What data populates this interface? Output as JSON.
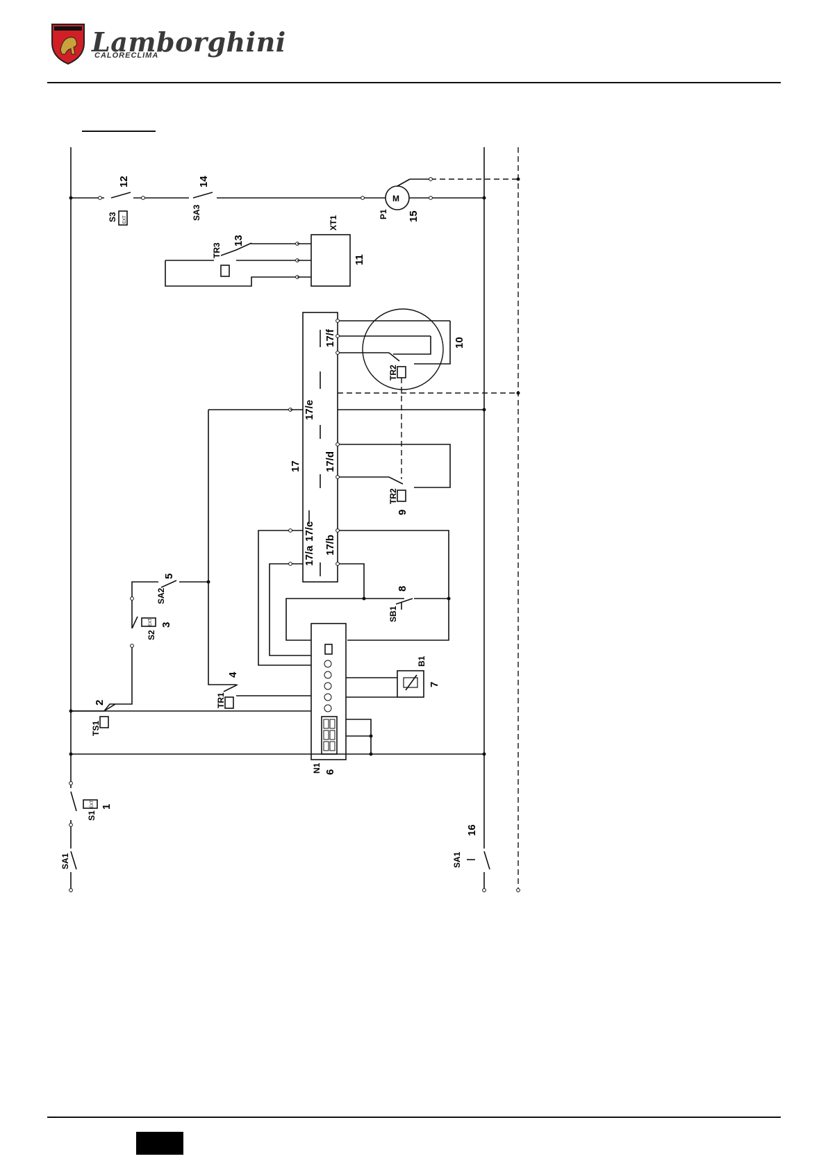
{
  "brand": {
    "name": "Lamborghini",
    "sub": "CALORECLIMA",
    "shield_color": "#d21f26"
  },
  "diagram": {
    "components": [
      {
        "ref": "SA1",
        "num": ""
      },
      {
        "ref": "S1",
        "num": "1"
      },
      {
        "ref": "TS1",
        "num": "2"
      },
      {
        "ref": "S2",
        "num": "3"
      },
      {
        "ref": "TR1",
        "num": "4"
      },
      {
        "ref": "SA2",
        "num": "5"
      },
      {
        "ref": "N1",
        "num": "6"
      },
      {
        "ref": "B1",
        "num": "7"
      },
      {
        "ref": "SB1",
        "num": "8"
      },
      {
        "ref": "TR2",
        "num": "9"
      },
      {
        "ref": "TR2",
        "num": "10"
      },
      {
        "ref": "XT1",
        "num": "11"
      },
      {
        "ref": "S3",
        "num": "12"
      },
      {
        "ref": "TR3",
        "num": "13"
      },
      {
        "ref": "SA3",
        "num": "14"
      },
      {
        "ref": "P1",
        "num": "15"
      },
      {
        "ref": "SA1",
        "num": "16"
      }
    ],
    "block_labels": [
      "17",
      "17/a",
      "17/b",
      "17/c",
      "17/d",
      "17/e",
      "17/f"
    ],
    "ext_label": "EXT",
    "motor_label": "M"
  }
}
